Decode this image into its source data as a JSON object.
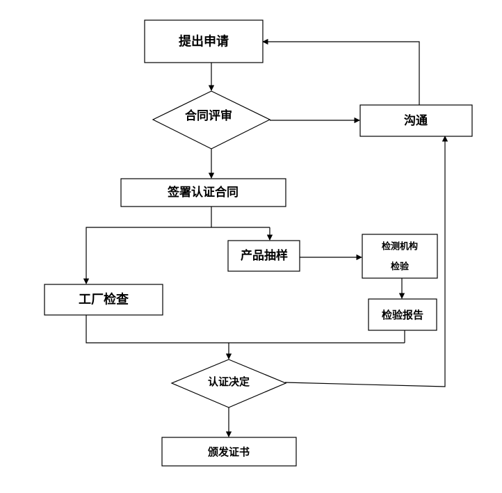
{
  "nodes": {
    "submit": "提出申请",
    "review": "合同评审",
    "communicate": "沟通",
    "sign": "签署认证合同",
    "sampling": "产品抽样",
    "lab_line1": "检测机构",
    "lab_line2": "检验",
    "inspection_report": "检验报告",
    "factory_check": "工厂检查",
    "decision": "认证决定",
    "issue": "颁发证书"
  }
}
